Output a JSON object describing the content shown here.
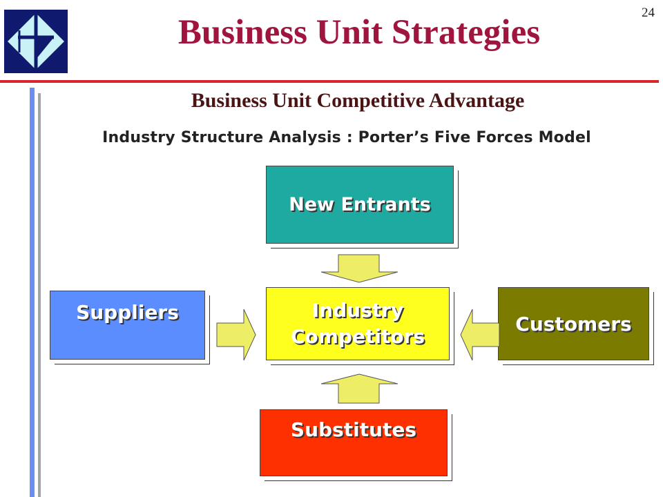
{
  "slide": {
    "page_number": "24",
    "title": "Business Unit Strategies",
    "subtitle": "Business Unit Competitive Advantage",
    "model_title": "Industry Structure Analysis : Porter’s Five Forces Model"
  },
  "forces": {
    "new_entrants": "New Entrants",
    "industry_line1": "Industry",
    "industry_line2": "Competitors",
    "suppliers": "Suppliers",
    "customers": "Customers",
    "substitutes": "Substitutes"
  },
  "colors": {
    "title": "#a0153e",
    "rule": "#d9262c",
    "logo_bg": "#0f1a6e",
    "logo_fg": "#c9f2f6",
    "new_entrants": "#1eaaa0",
    "industry": "#ffff1e",
    "suppliers": "#5c8dff",
    "customers": "#7b7b00",
    "substitutes": "#ff3000",
    "arrow_fill": "#eeee66"
  },
  "icons": {
    "logo": "kite-diamond-logo-icon",
    "arrow_down": "arrow-down-icon",
    "arrow_up": "arrow-up-icon",
    "arrow_right": "arrow-right-icon",
    "arrow_left": "arrow-left-icon"
  }
}
